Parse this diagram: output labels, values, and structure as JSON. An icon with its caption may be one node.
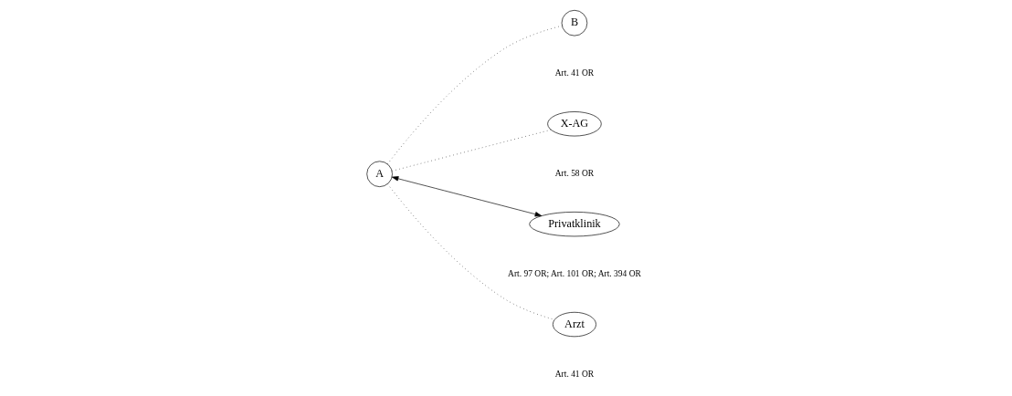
{
  "diagram": {
    "nodes": [
      {
        "text": [
          "A"
        ]
      },
      {
        "text": [
          "B"
        ],
        "beside": [
          "Art. 41 OR"
        ]
      },
      {
        "text": [
          "X-AG"
        ],
        "beside": [
          "Art. 58 OR"
        ]
      },
      {
        "text": [
          "Privatklinik"
        ],
        "beside": [
          "Art. 97 OR; Art. 101 OR; Art. 394 OR"
        ]
      },
      {
        "text": [
          "Arzt"
        ],
        "beside": [
          "Art. 41 OR"
        ]
      }
    ],
    "edges": [
      {
        "from": 0,
        "to": 1,
        "arrow": "none",
        "style": "dashed"
      },
      {
        "from": 0,
        "to": 2,
        "arrow": "none",
        "style": "dashed"
      },
      {
        "from": 0,
        "to": 3,
        "arrow": "both"
      },
      {
        "from": 0,
        "to": 4,
        "arrow": "none",
        "style": "dashed"
      }
    ]
  }
}
